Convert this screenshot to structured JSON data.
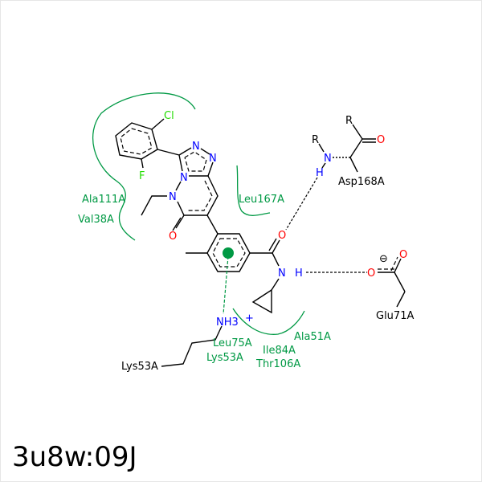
{
  "title": "3u8w:09J",
  "atoms": {
    "Cl": "Cl",
    "F": "F",
    "N": "N",
    "O": "O",
    "H": "H",
    "R": "R",
    "NH3": "NH3",
    "plus": "+",
    "minus": "⊖"
  },
  "hydrophobic_residues": [
    "Ala111A",
    "Val38A",
    "Leu167A",
    "Ala51A",
    "Leu75A",
    "Lys53A",
    "Ile84A",
    "Thr106A"
  ],
  "hbond_residues": {
    "asp": "Asp168A",
    "glu": "Glu71A",
    "lys": "Lys53A"
  },
  "colors": {
    "nitrogen": "#0000ff",
    "oxygen": "#ff0000",
    "halogen": "#22dd00",
    "residue": "#009944"
  }
}
